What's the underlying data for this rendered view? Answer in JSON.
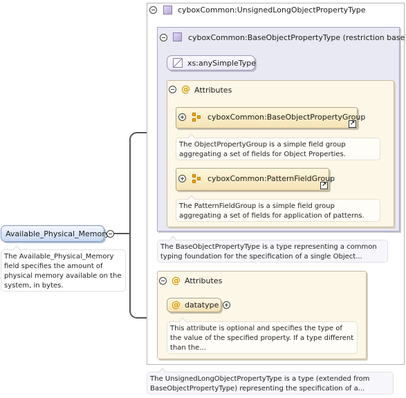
{
  "element": {
    "name": "Available_Physical_Memory",
    "annotation": "The Available_Physical_Memory field specifies the amount of physical memory available on the system, in bytes."
  },
  "complex_type": {
    "name": "cyboxCommon:UnsignedLongObjectPropertyType",
    "annotation": "The UnsignedLongObjectPropertyType is a type (extended from BaseObjectPropertyType) representing the specification of a..."
  },
  "base_type": {
    "name": "cyboxCommon:BaseObjectPropertyType (restriction base)",
    "simple_type": "xs:anySimpleType",
    "attributes_label": "Attributes",
    "groups": [
      {
        "name": "cyboxCommon:BaseObjectPropertyGroup",
        "annotation": "The ObjectPropertyGroup is a simple field group aggregating a set of fields for Object Properties."
      },
      {
        "name": "cyboxCommon:PatternFieldGroup",
        "annotation": "The PatternFieldGroup is a simple field group aggregating a set of fields for application of patterns."
      }
    ],
    "annotation": "The BaseObjectPropertyType is a type representing a common typing foundation for the specification of a single Object..."
  },
  "attributes": {
    "label": "Attributes",
    "items": [
      {
        "name": "datatype",
        "annotation": "This attribute is optional and specifies the type of the value of the specified property. If a type different than the..."
      }
    ]
  },
  "icons": {
    "collapse": "minus-circle-icon",
    "expand": "plus-circle-icon",
    "complex_type": "complex-type-icon",
    "attribute": "at-sign-icon",
    "group": "group-icon",
    "link": "link-arrow-icon"
  },
  "colors": {
    "element_fill": "#c9d9f2",
    "base_type_fill": "#e9e9f3",
    "attributes_fill": "#fdf7e8",
    "group_fill": "#f6e3b4",
    "connector": "#555555"
  }
}
